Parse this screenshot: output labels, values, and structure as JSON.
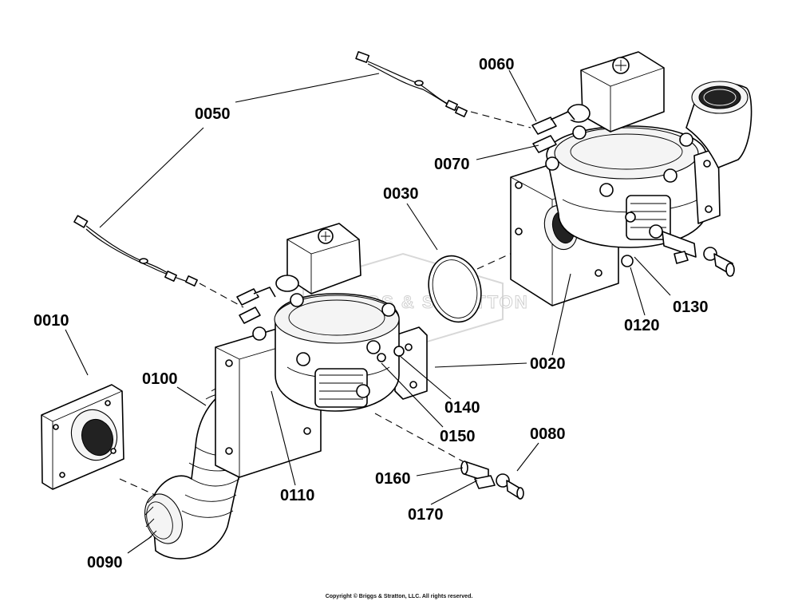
{
  "diagram": {
    "callouts": {
      "c0010": "0010",
      "c0020": "0020",
      "c0030": "0030",
      "c0050": "0050",
      "c0060": "0060",
      "c0070": "0070",
      "c0080": "0080",
      "c0090": "0090",
      "c0100": "0100",
      "c0110": "0110",
      "c0120": "0120",
      "c0130": "0130",
      "c0140": "0140",
      "c0150": "0150",
      "c0160": "0160",
      "c0170": "0170"
    },
    "watermark": "BRIGGS & STRATTON",
    "copyright": "Copyright © Briggs & Stratton, LLC. All rights reserved."
  }
}
